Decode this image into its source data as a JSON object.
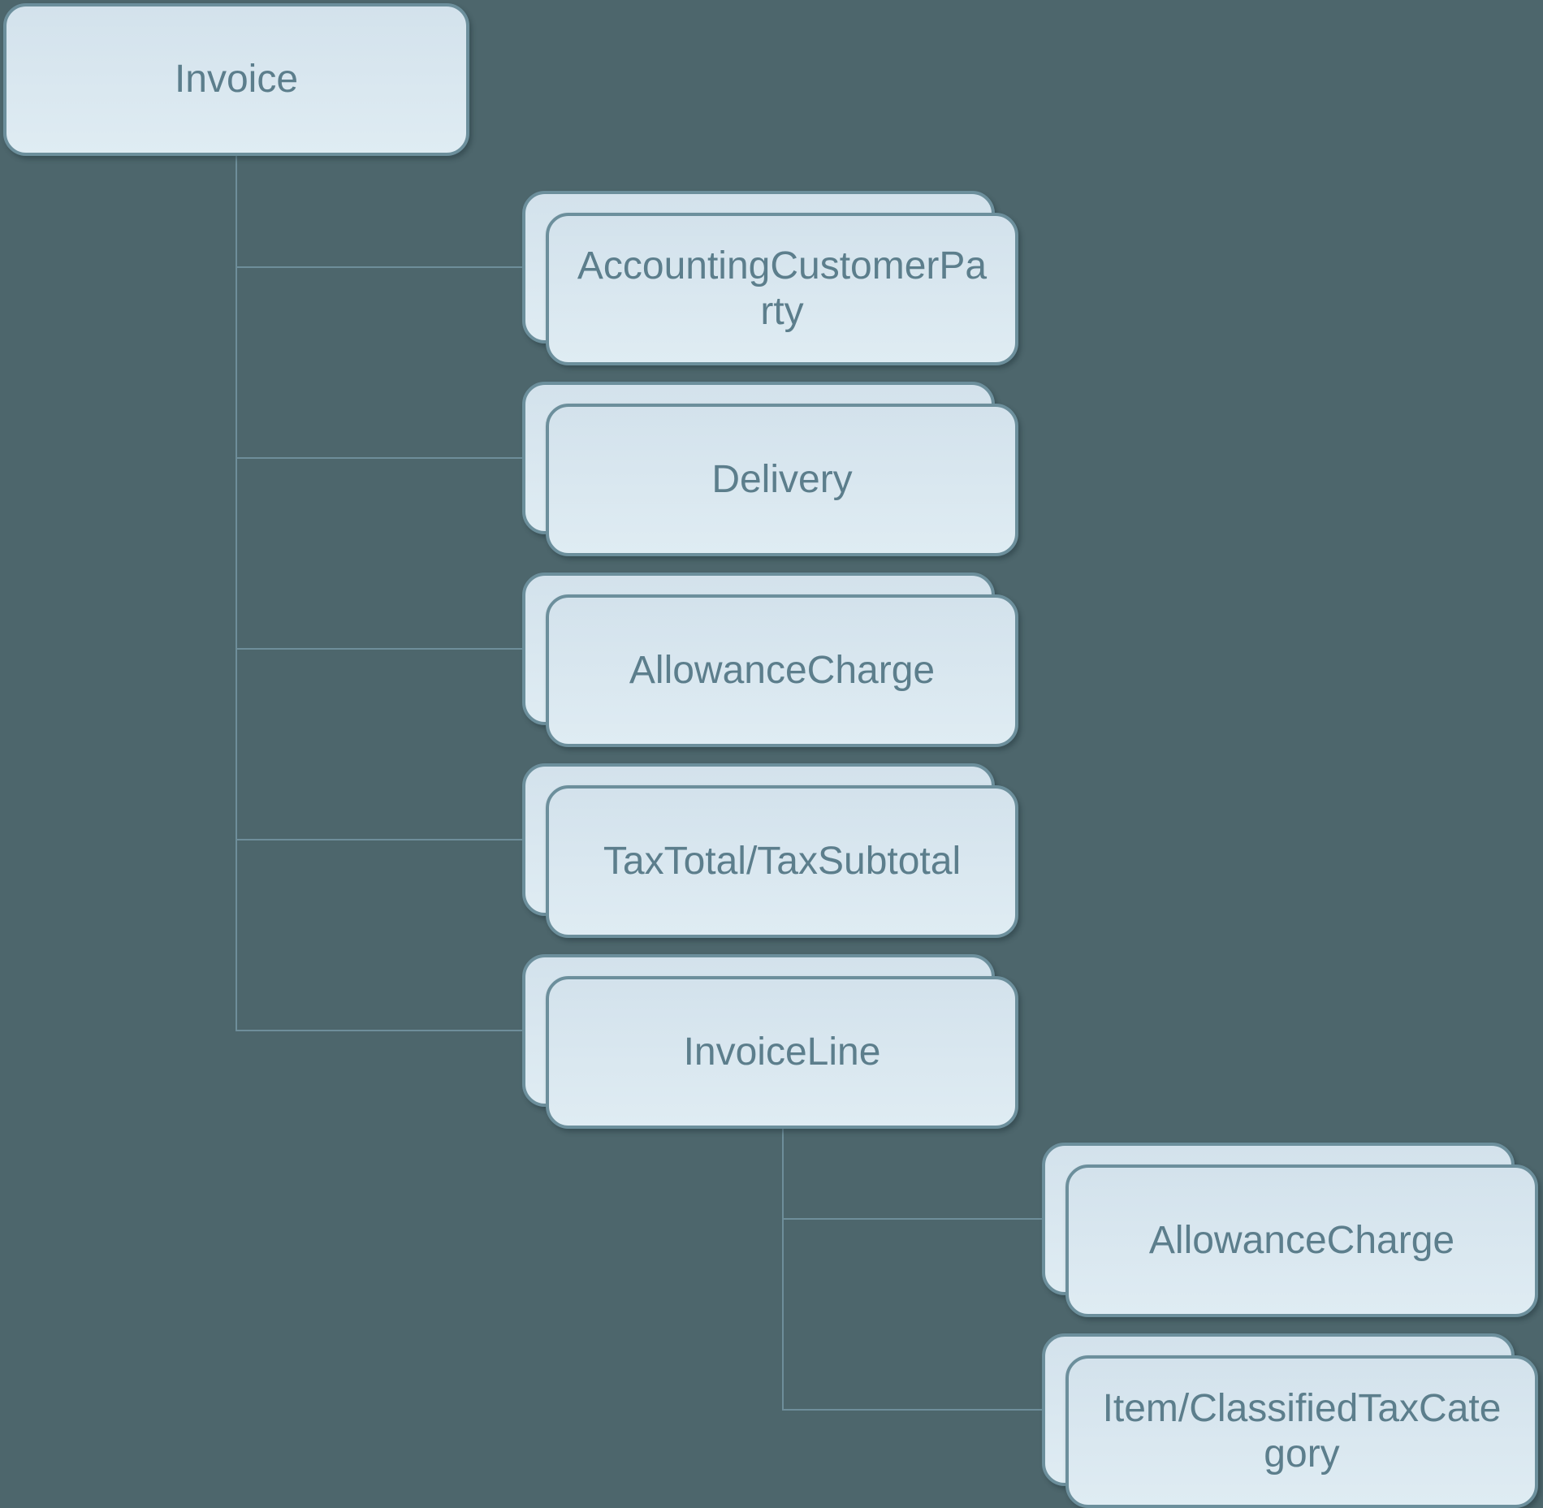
{
  "palette": {
    "background": "#4d666c",
    "card_fill_top": "#d3e2ec",
    "card_fill_bottom": "#dfecf3",
    "card_border": "#6c8f9c",
    "connector": "#6e8e9a",
    "text": "#5c7e8c"
  },
  "diagram": {
    "type": "hierarchy",
    "root": {
      "label": "Invoice"
    },
    "level1": [
      {
        "label": "AccountingCustomerPa\nrty"
      },
      {
        "label": "Delivery"
      },
      {
        "label": "AllowanceCharge"
      },
      {
        "label": "TaxTotal/TaxSubtotal"
      },
      {
        "label": "InvoiceLine"
      }
    ],
    "level2": [
      {
        "label": "AllowanceCharge"
      },
      {
        "label": "Item/ClassifiedTaxCate\ngory"
      }
    ]
  }
}
